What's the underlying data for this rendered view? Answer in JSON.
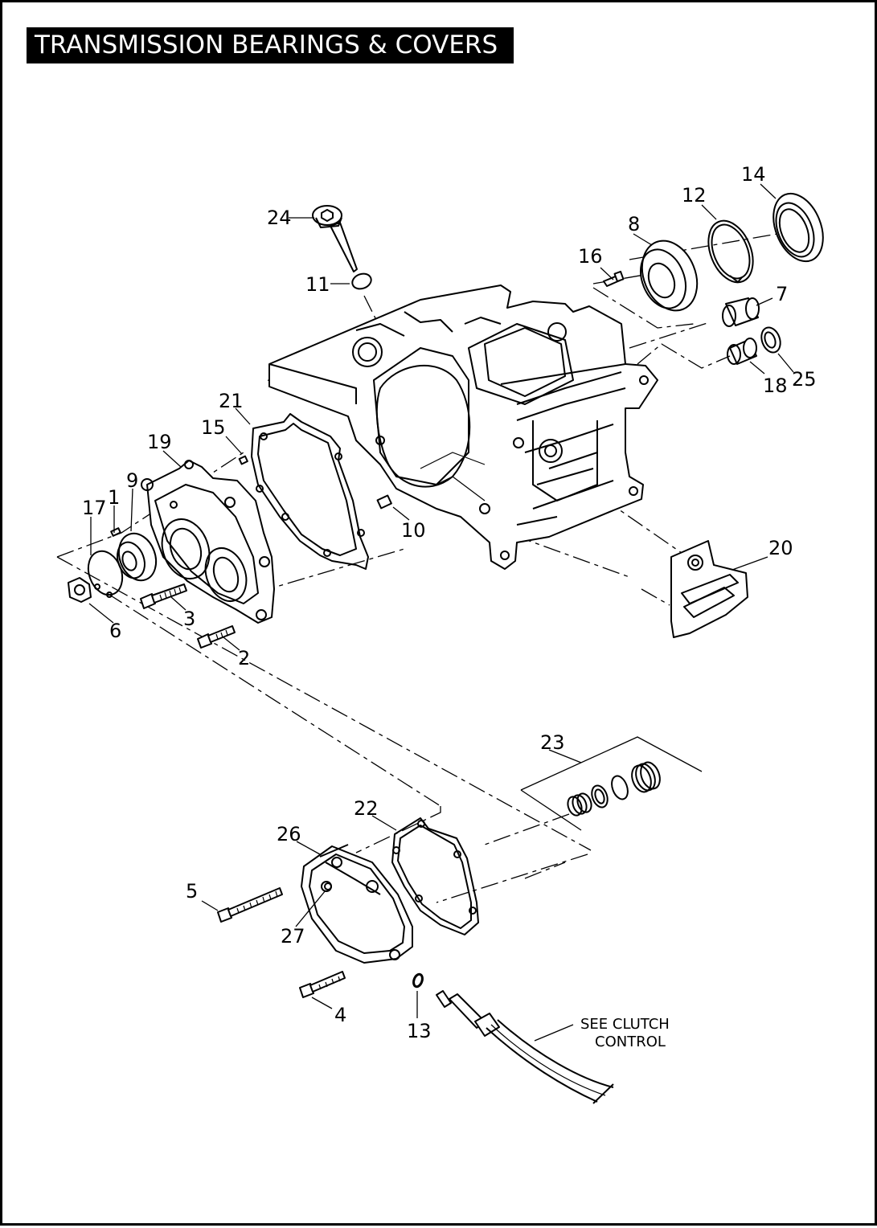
{
  "title": "TRANSMISSION BEARINGS & COVERS",
  "callouts": {
    "c1": "1",
    "c2": "2",
    "c3": "3",
    "c4": "4",
    "c5": "5",
    "c6": "6",
    "c7": "7",
    "c8": "8",
    "c9": "9",
    "c10": "10",
    "c11": "11",
    "c12": "12",
    "c13": "13",
    "c14": "14",
    "c15": "15",
    "c16": "16",
    "c17": "17",
    "c18": "18",
    "c19": "19",
    "c20": "20",
    "c21": "21",
    "c22": "22",
    "c23": "23",
    "c24": "24",
    "c25": "25",
    "c26": "26",
    "c27": "27"
  },
  "note": {
    "line1": "SEE CLUTCH",
    "line2": "CONTROL"
  }
}
